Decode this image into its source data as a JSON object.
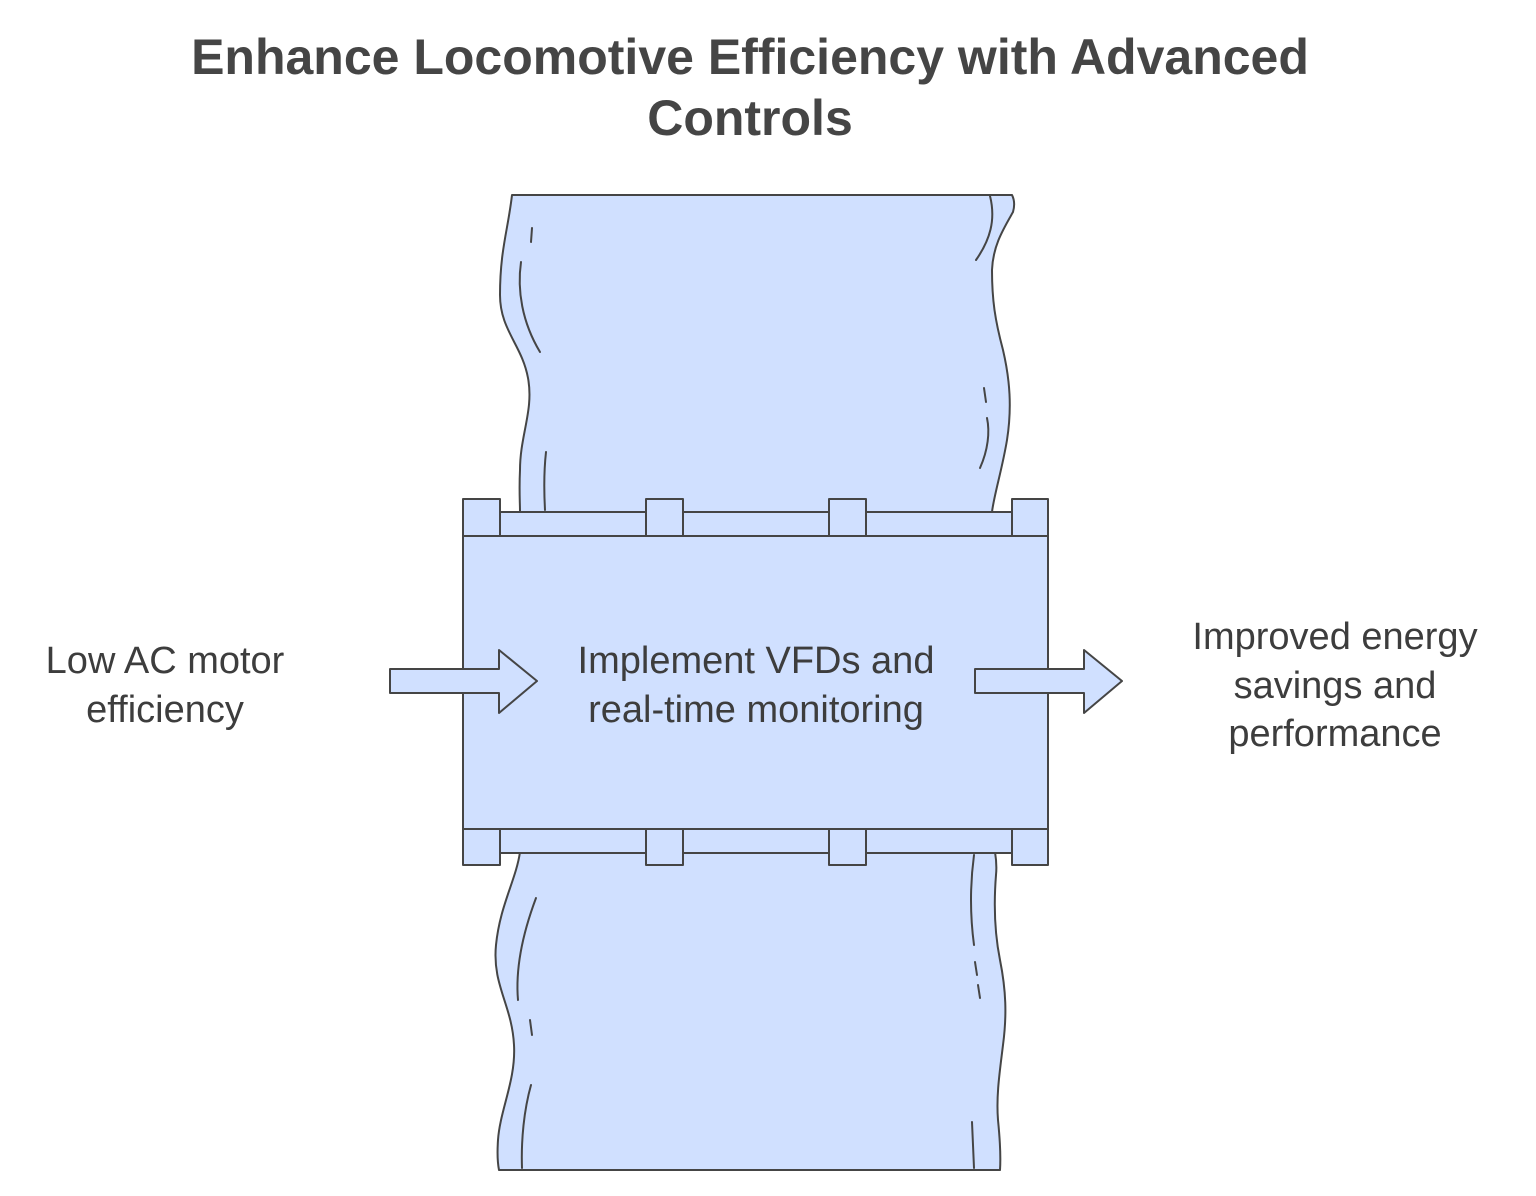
{
  "title": {
    "line1": "Enhance Locomotive Efficiency with Advanced",
    "line2": "Controls"
  },
  "input": {
    "line1": "Low AC motor",
    "line2": "efficiency"
  },
  "process": {
    "line1": "Implement VFDs and",
    "line2": "real-time monitoring"
  },
  "output": {
    "line1": "Improved energy",
    "line2": "savings and",
    "line3": "performance"
  },
  "colors": {
    "fill": "#d0e0ff",
    "stroke": "#454545",
    "text": "#3d3d3d"
  }
}
